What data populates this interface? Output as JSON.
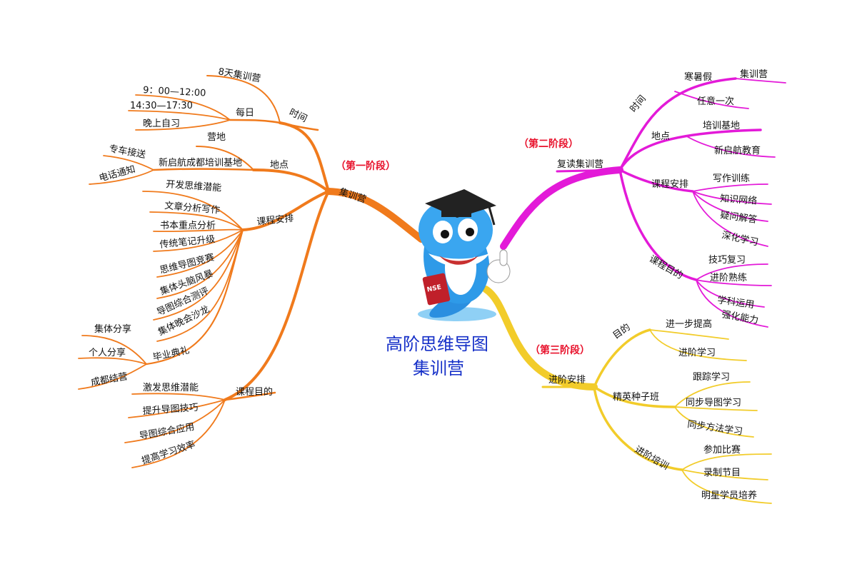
{
  "center": {
    "line1": "高阶思维导图",
    "line2": "集训营",
    "badge": "NSE"
  },
  "stages": {
    "s1": "（第一阶段）",
    "s2": "（第二阶段）",
    "s3": "（第三阶段）"
  },
  "b1": {
    "label": "集训营",
    "time": {
      "label": "时间",
      "days": "8天集训营",
      "daily": "每日",
      "t1": "9：00—12:00",
      "t2": "14:30—17:30",
      "t3": "晚上自习"
    },
    "place": {
      "label": "地点",
      "camp": "营地",
      "base": "新启航成都培训基地",
      "pickup": "专车接送",
      "phone": "电话通知"
    },
    "course": {
      "label": "课程安排",
      "items": [
        "开发思维潜能",
        "文章分析写作",
        "书本重点分析",
        "传统笔记升级",
        "思维导图竞赛",
        "集体头脑风暴",
        "导图综合测评",
        "集体晚会沙龙",
        "毕业典礼"
      ],
      "grad": [
        "集体分享",
        "个人分享",
        "成都结营"
      ]
    },
    "goal": {
      "label": "课程目的",
      "items": [
        "激发思维潜能",
        "提升导图技巧",
        "导图综合应用",
        "提高学习效率"
      ]
    }
  },
  "b2": {
    "label": "复读集训营",
    "time": {
      "label": "时间",
      "a": "寒暑假",
      "a2": "集训营",
      "b": "任意一次"
    },
    "place": {
      "label": "地点",
      "a": "培训基地",
      "b": "新启航教育"
    },
    "course": {
      "label": "课程安排",
      "items": [
        "写作训练",
        "知识网络",
        "疑问解答",
        "深化学习"
      ]
    },
    "goal": {
      "label": "课程目的",
      "items": [
        "技巧复习",
        "进阶熟练",
        "学科运用",
        "强化能力"
      ]
    }
  },
  "b3": {
    "label": "进阶安排",
    "goal": {
      "label": "目的",
      "items": [
        "进一步提高",
        "进阶学习"
      ]
    },
    "elite": {
      "label": "精英种子班",
      "items": [
        "跟踪学习",
        "同步导图学习",
        "同步方法学习"
      ]
    },
    "train": {
      "label": "进阶培训",
      "items": [
        "参加比赛",
        "录制节目",
        "明星学员培养"
      ]
    }
  },
  "colors": {
    "orange": "#f07a1c",
    "magenta": "#e31ad8",
    "yellow": "#f2cc2a",
    "blue": "#1630c8",
    "red": "#e8112b"
  }
}
